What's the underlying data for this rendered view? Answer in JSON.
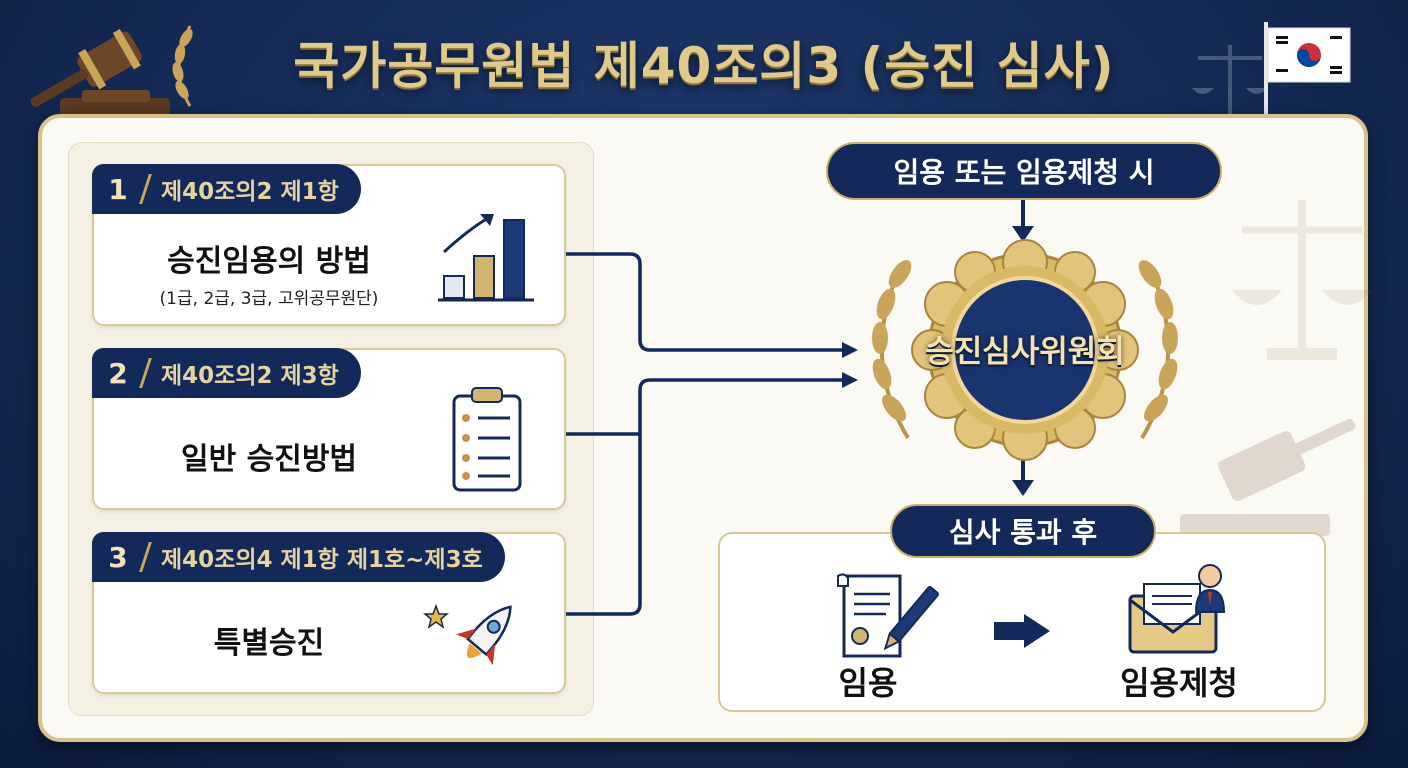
{
  "title": "국가공무원법 제40조의3 (승진 심사)",
  "cards": [
    {
      "num": "1",
      "ref": "제40조의2 제1항",
      "title": "승진임용의 방법",
      "sub": "(1급, 2급, 3급, 고위공무원단)",
      "icon": "bar-chart-icon"
    },
    {
      "num": "2",
      "ref": "제40조의2 제3항",
      "title": "일반 승진방법",
      "sub": "",
      "icon": "clipboard-icon"
    },
    {
      "num": "3",
      "ref": "제40조의4 제1항 제1호~제3호",
      "title": "특별승진",
      "sub": "",
      "icon": "rocket-icon"
    }
  ],
  "trigger": "임용 또는 임용제청 시",
  "committee": "승진심사위원회",
  "after": "심사 통과 후",
  "results": {
    "left": "임용",
    "right": "임용제청"
  },
  "colors": {
    "navy": "#13295a",
    "gold": "#c9ae6a",
    "panel": "#fbf9f4"
  }
}
